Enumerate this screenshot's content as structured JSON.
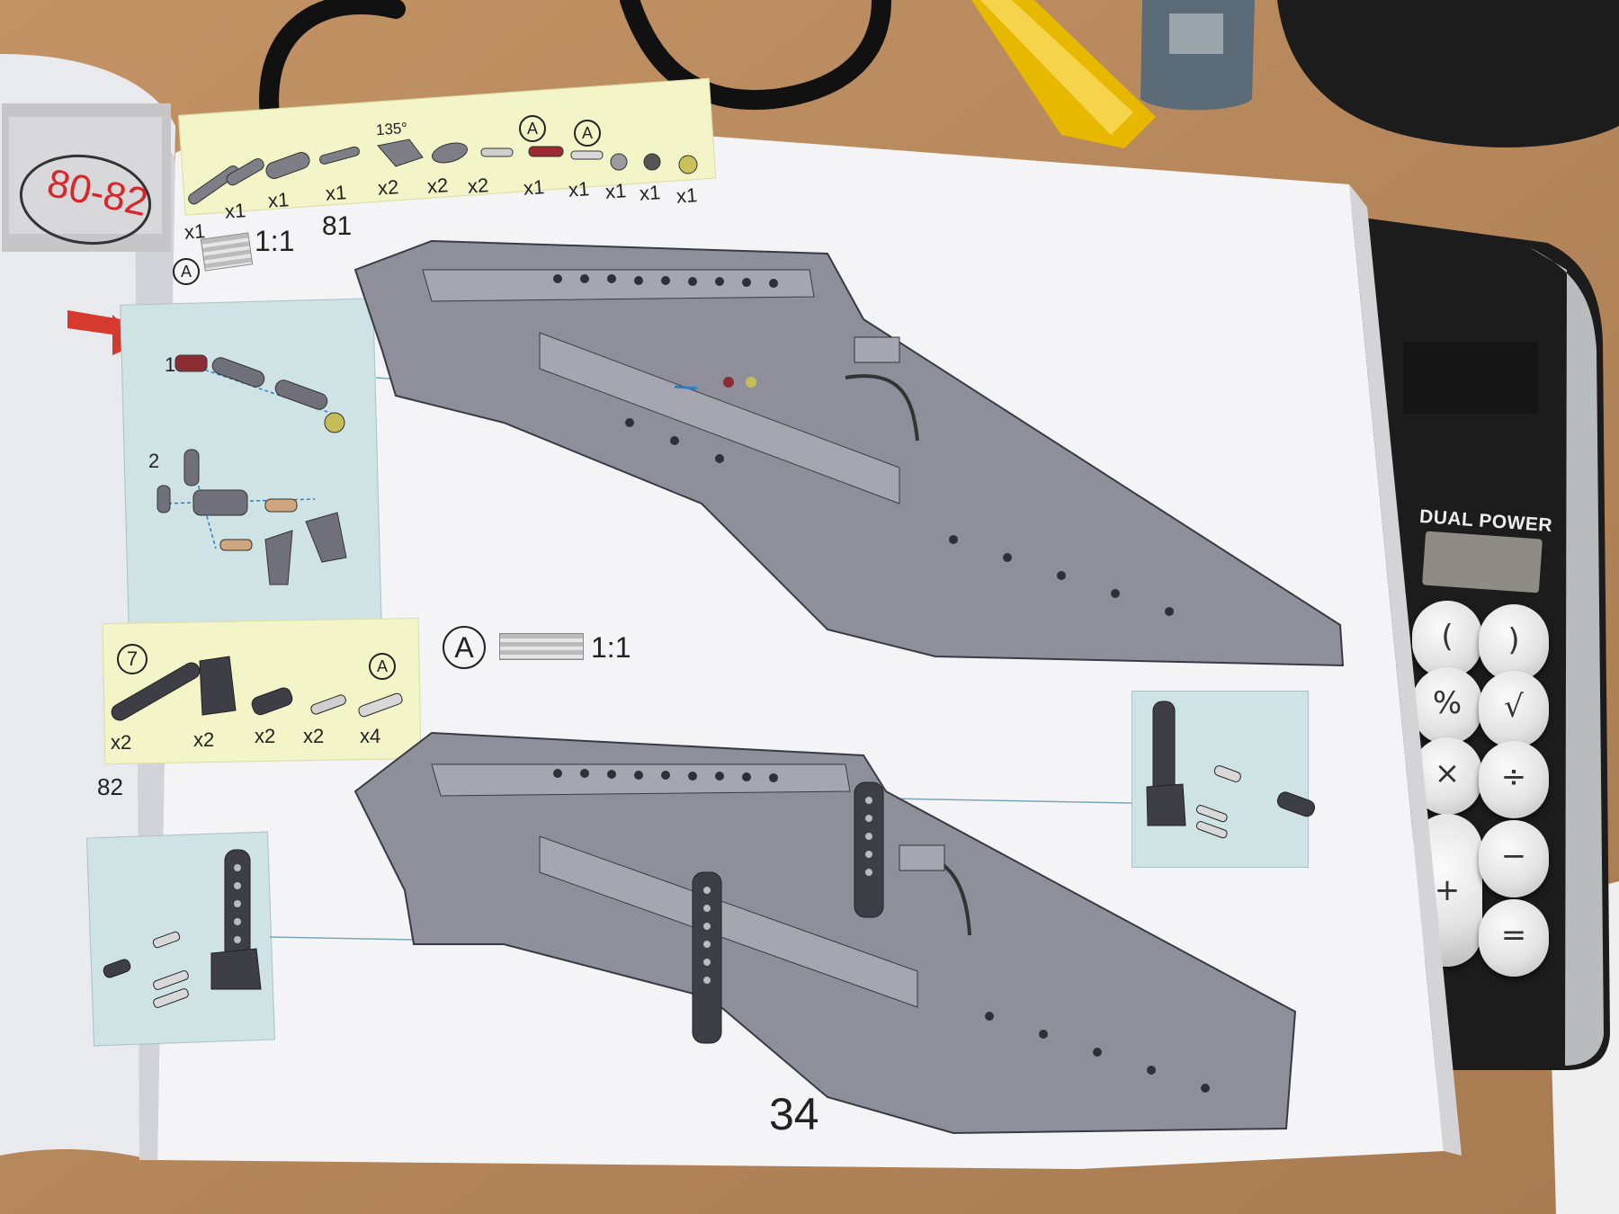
{
  "page": {
    "page_number": "34",
    "left_page_badge": "80-82"
  },
  "step81": {
    "number": "81",
    "scale_label": "1:1",
    "angle_label": "135°",
    "sub_label_a": "A",
    "quantities": [
      "x1",
      "x1",
      "x1",
      "x1",
      "x2",
      "x2",
      "x2",
      "x1",
      "x1",
      "x1",
      "x1",
      "x1"
    ],
    "sub_steps": [
      "1",
      "2"
    ]
  },
  "step82": {
    "number": "82",
    "scale_label": "1:1",
    "callout_count": "7",
    "sub_label_a": "A",
    "quantities": [
      "x2",
      "x2",
      "x2",
      "x2",
      "x4"
    ]
  },
  "calculator": {
    "label": "DUAL POWER",
    "keys": [
      "(",
      ")",
      "%",
      "√",
      "×",
      "÷",
      "+",
      "−",
      "="
    ]
  },
  "colors": {
    "desk": "#b98a5c",
    "paper": "#f4f4f6",
    "parts_box": "#f3f5c8",
    "inset": "#cfe3e5",
    "model_grey": "#8e8f9a",
    "calculator_body": "#1f1f1f"
  }
}
